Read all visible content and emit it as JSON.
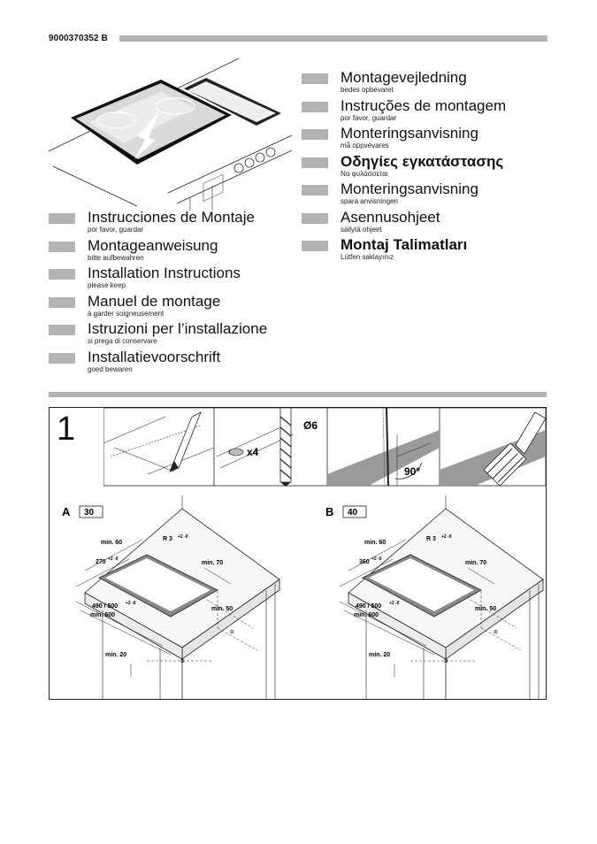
{
  "doc_number": "9000370352 B",
  "languages_left": [
    {
      "title": "Instrucciones de Montaje",
      "subtitle": "por favor, guardar"
    },
    {
      "title": "Montageanweisung",
      "subtitle": "bitte aufbewahren"
    },
    {
      "title": "Installation Instructions",
      "subtitle": "please keep"
    },
    {
      "title": "Manuel de montage",
      "subtitle": "à garder soigneusement"
    },
    {
      "title": "Istruzioni per l’installazione",
      "subtitle": "si prega di conservare"
    },
    {
      "title": "Installatievoorschrift",
      "subtitle": "goed bewaren"
    }
  ],
  "languages_right": [
    {
      "title": "Montagevejledning",
      "subtitle": "bedes opbevaret"
    },
    {
      "title": "Instruções de montagem",
      "subtitle": "por favor, guardar"
    },
    {
      "title": "Monteringsanvisning",
      "subtitle": "må oppvevares"
    },
    {
      "title": "Οδηγίες εγκατάστασης",
      "subtitle": "Να φυλάσσεται"
    },
    {
      "title": "Monteringsanvisning",
      "subtitle": "spara anvisningen"
    },
    {
      "title": "Asennusohjeet",
      "subtitle": "säilytä ohjeet"
    },
    {
      "title": "Montaj Talimatları",
      "subtitle": "Lütfen saklayınız"
    }
  ],
  "figure": {
    "step_number": "1",
    "screw_count": "x4",
    "drill_diameter": "Ø6",
    "saw_angle": "90°",
    "variant_a": {
      "letter": "A",
      "code": "30",
      "min_60": "min. 60",
      "radius": "R 3",
      "radius_tol": "+2 -0",
      "depth": "270",
      "depth_tol": "+2 -0",
      "min_70": "min. 70",
      "width": "490 / 500",
      "width_tol": "+2 -0",
      "min_600": "min. 600",
      "min_50": "min. 50",
      "min_20": "min. 20",
      "equal": "="
    },
    "variant_b": {
      "letter": "B",
      "code": "40",
      "min_60": "min. 60",
      "radius": "R 3",
      "radius_tol": "+2 -0",
      "depth": "360",
      "depth_tol": "+2 -0",
      "min_70": "min. 70",
      "width": "490 / 500",
      "width_tol": "+2 -0",
      "min_600": "min. 600",
      "min_50": "min. 50",
      "min_20": "min. 20",
      "equal": "="
    }
  }
}
